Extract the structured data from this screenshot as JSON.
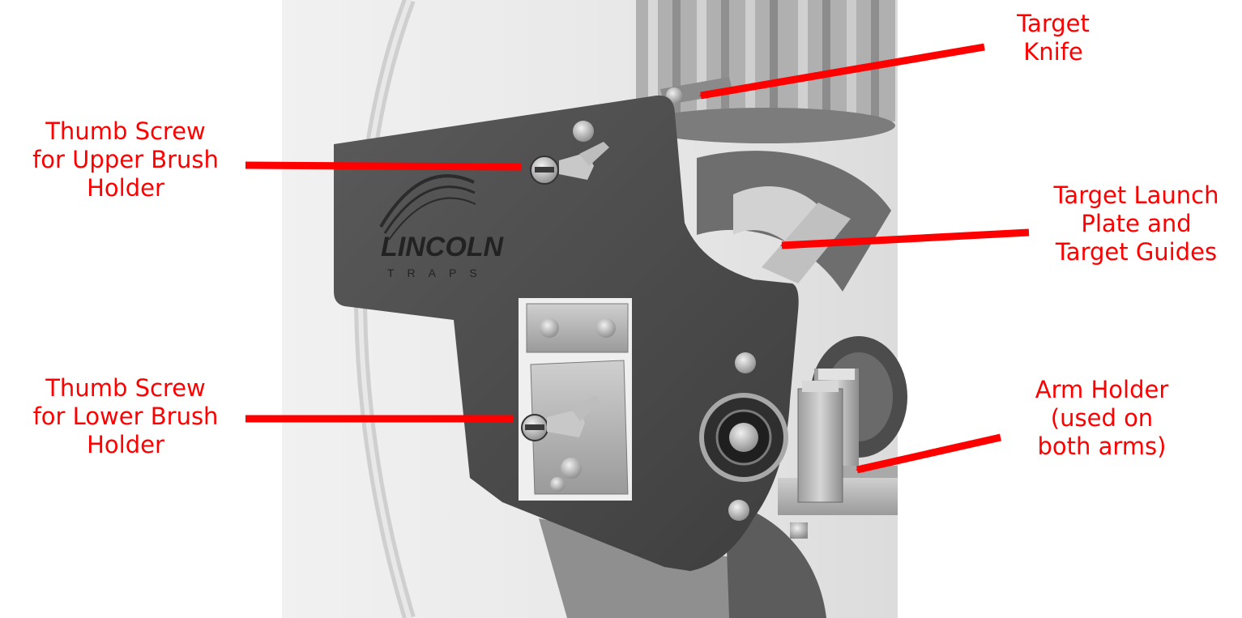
{
  "brand": {
    "logo_text": "LINCOLN",
    "logo_subtext": "TRAPS"
  },
  "labels": {
    "upper_brush": {
      "line1": "Thumb Screw",
      "line2": "for Upper Brush",
      "line3": "Holder"
    },
    "lower_brush": {
      "line1": "Thumb Screw",
      "line2": "for Lower Brush",
      "line3": "Holder"
    },
    "target_knife": {
      "line1": "Target",
      "line2": "Knife"
    },
    "launch_plate": {
      "line1": "Target Launch",
      "line2": "Plate and",
      "line3": "Target Guides"
    },
    "arm_holder": {
      "line1": "Arm Holder",
      "line2": "(used on",
      "line3": "both arms)"
    }
  },
  "colors": {
    "callout": "#ff0000",
    "plate": "#4a4a4a",
    "metal": "#b8b8b8",
    "background": "#ffffff"
  }
}
